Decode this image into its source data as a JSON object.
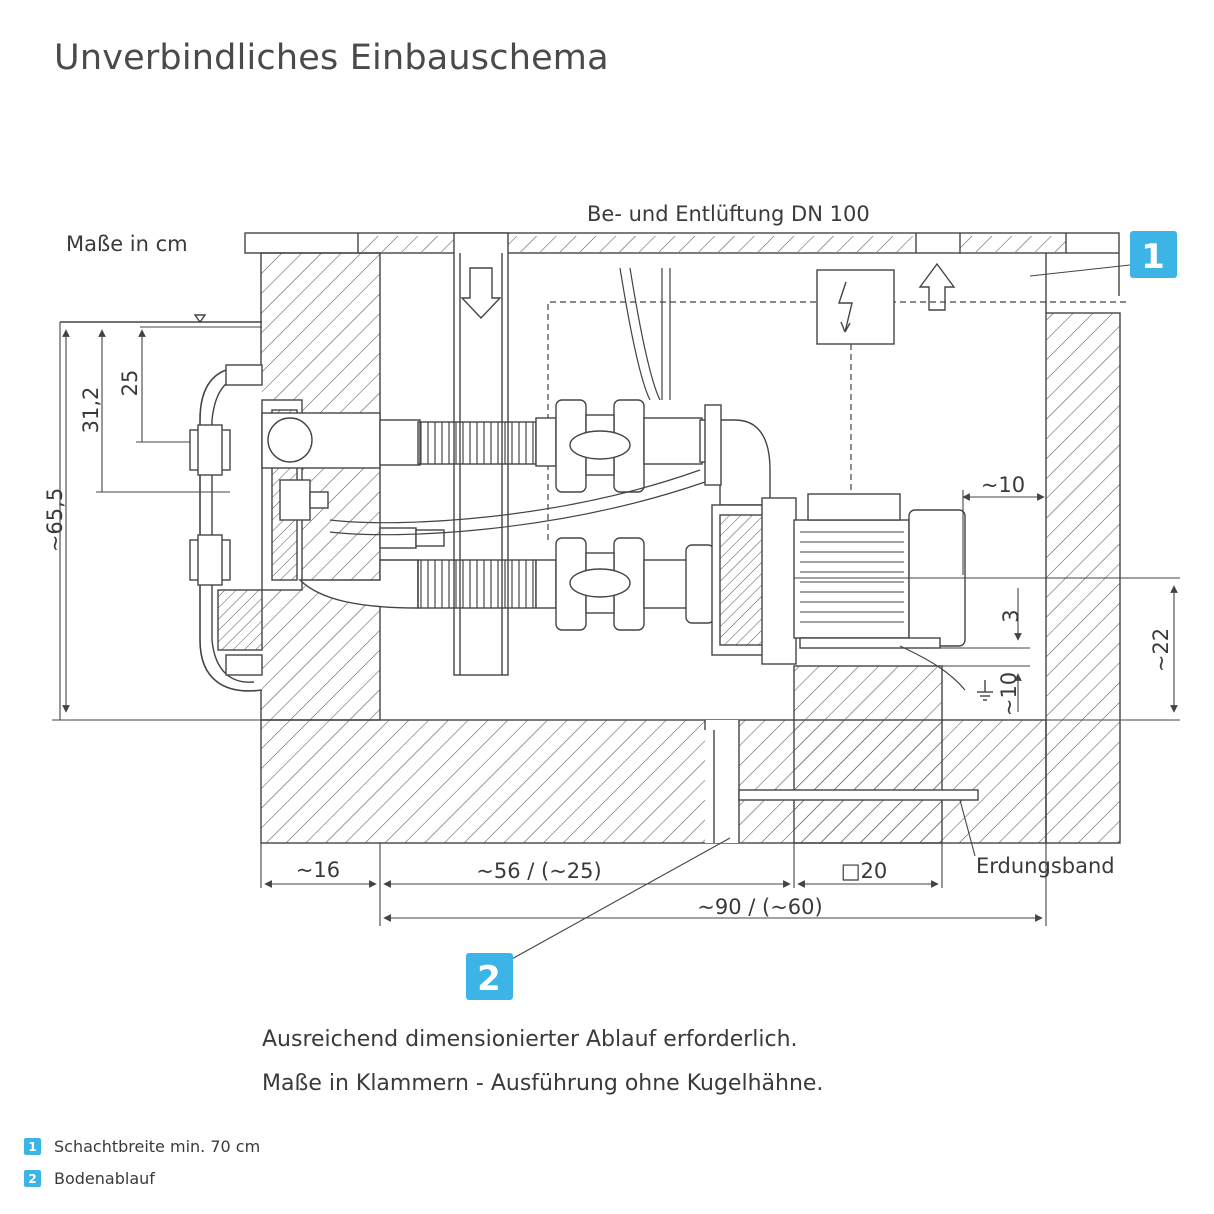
{
  "title": "Unverbindliches Einbauschema",
  "diagram": {
    "units_label": "Maße in cm",
    "vent_label": "Be- und Entlüftung DN 100",
    "earth_label": "Erdungsband",
    "callout_1": "1",
    "callout_2": "2",
    "dim_left_65": "~65,5",
    "dim_left_31": "31,2",
    "dim_left_25": "25",
    "dim_10_top": "~10",
    "dim_22": "~22",
    "dim_3": "3",
    "dim_10_vert": "~10",
    "dim_16": "~16",
    "dim_56": "~56 / (~25)",
    "dim_20": "□20",
    "dim_90": "~90 / (~60)"
  },
  "notes": [
    "Ausreichend dimensionierter Ablauf erforderlich.",
    "Maße in Klammern - Ausführung ohne Kugelhähne."
  ],
  "legend": [
    {
      "num": "1",
      "text": "Schachtbreite min. 70 cm"
    },
    {
      "num": "2",
      "text": "Bodenablauf"
    }
  ],
  "colors": {
    "accent": "#3cb4e6",
    "line": "#444444",
    "text": "#3a3a3a"
  }
}
